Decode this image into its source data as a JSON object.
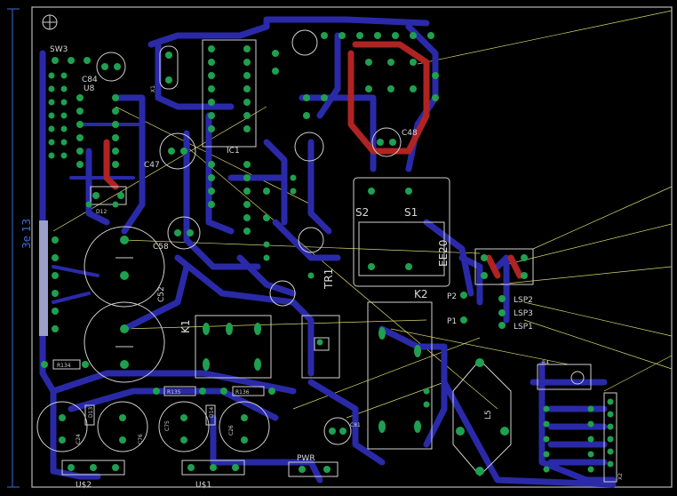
{
  "board": {
    "dimension_label": "3e 13",
    "colors": {
      "background": "#000000",
      "top_trace": "#2a2aa8",
      "bottom_trace": "#b02323",
      "pad": "#1fa050",
      "silkscreen": "#d0d0d0",
      "airwire": "#d6d46a",
      "dimension": "#3b6fd6"
    }
  },
  "components": {
    "sw3": "SW3",
    "c84": "C84",
    "u8": "U8",
    "x1": "X1",
    "ic1": "IC1",
    "c47": "C47",
    "c48": "C48",
    "d12": "D12",
    "c58": "C58",
    "c52": "C52",
    "k1": "K1",
    "k2": "K2",
    "tr1": "TR1",
    "ee20": "EE20",
    "s2": "S2",
    "s1": "S1",
    "p1": "P1",
    "p2": "P2",
    "lsp1": "LSP1",
    "lsp2": "LSP2",
    "lsp3": "LSP3",
    "r134": "R134",
    "r135": "R135",
    "r136": "R136",
    "u12": "U$2",
    "u11": "U$1",
    "pwr": "PWR",
    "c81": "C81",
    "l5": "L5",
    "c24": "C24",
    "c76": "C76",
    "c75": "C75",
    "c26": "C26",
    "r4": "R4",
    "d13": "D13",
    "d14": "D14",
    "x2": "X2"
  }
}
